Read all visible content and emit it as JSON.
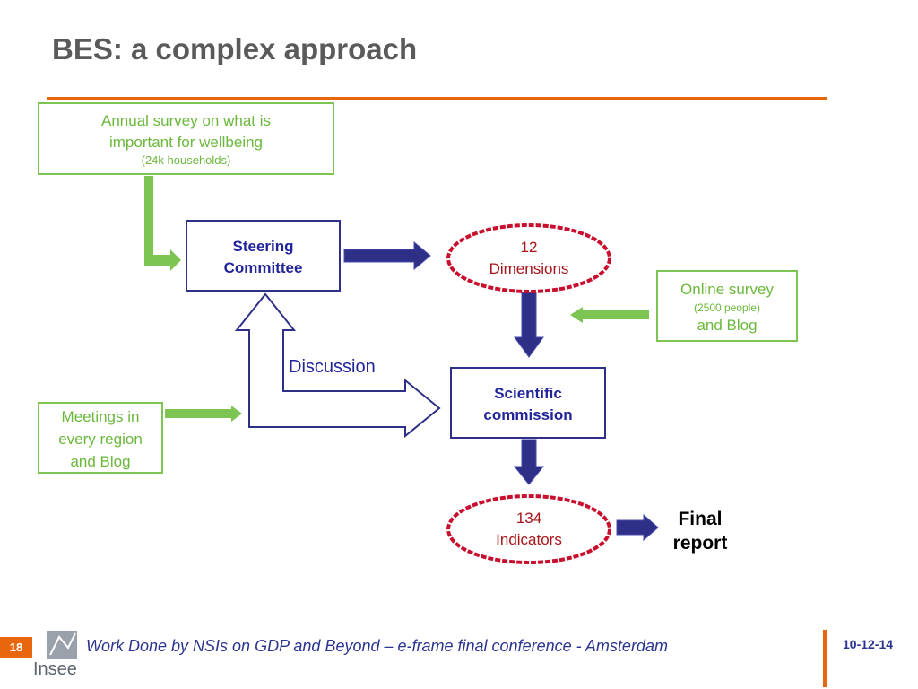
{
  "slide": {
    "title": "BES: a complex approach"
  },
  "boxes": {
    "annual_survey": {
      "line1": "Annual survey on what is",
      "line2": "important for wellbeing",
      "line3": "(24k households)"
    },
    "steering": {
      "line1": "Steering",
      "line2": "Committee"
    },
    "online_survey": {
      "line1": "Online survey",
      "line2": "(2500 people)",
      "line3": "and Blog"
    },
    "scientific": {
      "line1": "Scientific",
      "line2": "commission"
    },
    "meetings": {
      "line1": "Meetings in",
      "line2": "every region",
      "line3": "and Blog"
    }
  },
  "ellipses": {
    "dimensions": {
      "line1": "12",
      "line2": "Dimensions"
    },
    "indicators": {
      "line1": "134",
      "line2": "Indicators"
    }
  },
  "labels": {
    "discussion": "Discussion",
    "final_line1": "Final",
    "final_line2": "report"
  },
  "footer": {
    "page_number": "18",
    "text": "Work Done by NSIs on GDP and Beyond – e-frame final conference - Amsterdam",
    "date": "10-12-14",
    "logo_text": "Insee"
  },
  "colors": {
    "accent_orange": "#e8660d",
    "green": "#7dc553",
    "navy": "#2e2f86",
    "red": "#c8102e"
  }
}
